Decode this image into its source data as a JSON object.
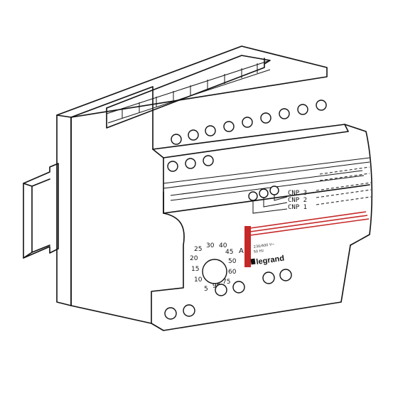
{
  "dial": {
    "scale": [
      "25",
      "30",
      "40",
      "20",
      "45",
      "15",
      "50",
      "10",
      "60",
      "5",
      "90",
      "75"
    ],
    "unit": "A"
  },
  "rating": {
    "voltage": "230/400 V~",
    "frequency": "50 Hz"
  },
  "brand": {
    "name": "legrand"
  },
  "outputs": [
    {
      "label": "CNP 3"
    },
    {
      "label": "CNP 2"
    },
    {
      "label": "CNP 1"
    }
  ],
  "colors": {
    "accent": "#c62828",
    "outline": "#111111",
    "body": "#ffffff"
  }
}
